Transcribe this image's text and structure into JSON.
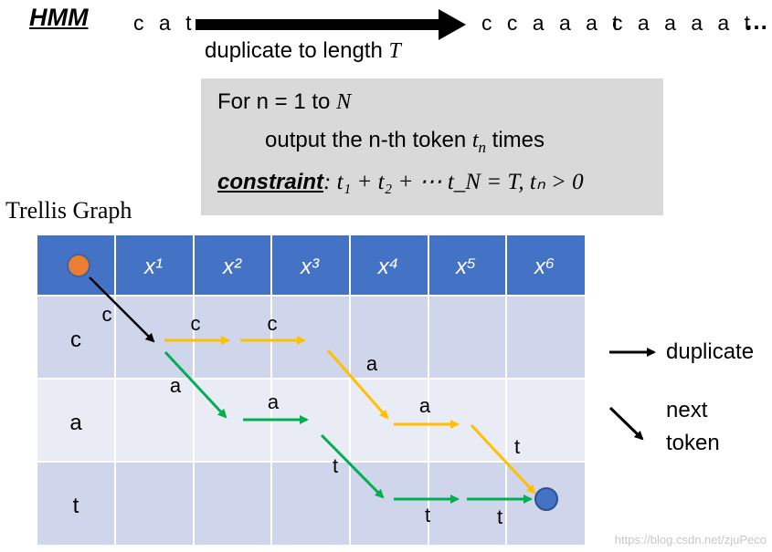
{
  "header": {
    "model": "HMM",
    "input": "c a t",
    "outputs": [
      "c c a a a t",
      "c a a a a t",
      "…"
    ],
    "caption": "duplicate to length",
    "caption_var": "T"
  },
  "algorithm": {
    "loop_prefix": "For n = 1 to ",
    "loop_var": "N",
    "body": "output the n-th token ",
    "body_var": "t",
    "body_sub": "n",
    "body_suffix": " times",
    "constraint_label": "constraint",
    "constraint_formula": ": t₁ + t₂ + ⋯ t_N = T, tₙ > 0"
  },
  "trellis": {
    "title": "Trellis Graph",
    "columns": [
      "x¹",
      "x²",
      "x³",
      "x⁴",
      "x⁵",
      "x⁶"
    ],
    "rows": [
      "c",
      "a",
      "t"
    ],
    "edge_labels": [
      "c",
      "c",
      "c",
      "a",
      "a",
      "a",
      "a",
      "t",
      "t",
      "t",
      "t"
    ]
  },
  "legend": {
    "duplicate": "duplicate",
    "next_line1": "next",
    "next_line2": "token"
  },
  "colors": {
    "header_blue": "#4472c4",
    "row_dark": "#cfd5ea",
    "row_light": "#e9ebf5",
    "start_node": "#ed7d31",
    "end_node": "#4472c4",
    "yellow_path": "#ffc000",
    "green_path": "#00b050"
  },
  "watermark": "https://blog.csdn.net/zjuPeco"
}
